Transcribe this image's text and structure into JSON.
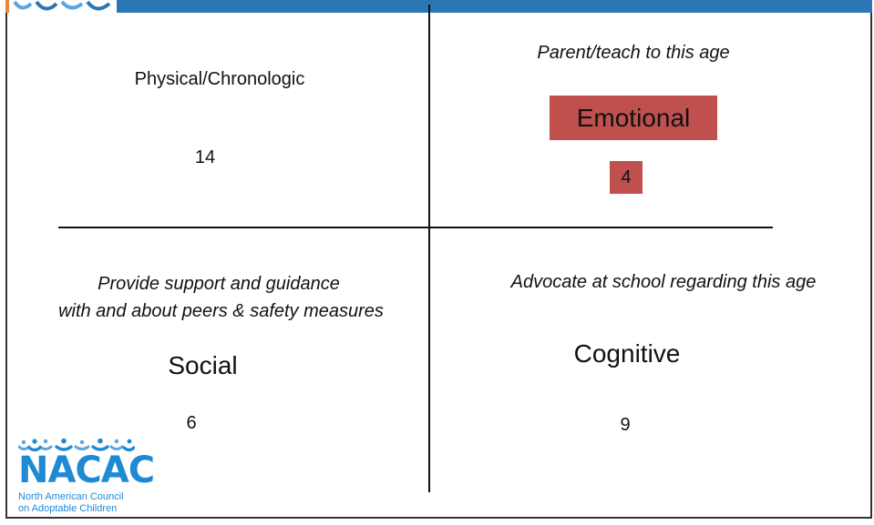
{
  "colors": {
    "accent_blue": "#2b76b5",
    "highlight_red": "#c0504d",
    "logo_blue": "#1f8ad4",
    "orange": "#e8873a"
  },
  "quadrants": {
    "top_left": {
      "label": "Physical/Chronologic",
      "age": "14"
    },
    "top_right": {
      "instruction": "Parent/teach to this age",
      "label": "Emotional",
      "age": "4"
    },
    "bottom_left": {
      "instruction_line1": "Provide support and guidance",
      "instruction_line2": "with and about peers & safety measures",
      "label": "Social",
      "age": "6"
    },
    "bottom_right": {
      "instruction": "Advocate at school regarding this age",
      "label": "Cognitive",
      "age": "9"
    }
  },
  "logo": {
    "name": "NACAC",
    "subtitle_line1": "North American Council",
    "subtitle_line2": "on Adoptable Children",
    "icon": "children-figures-icon"
  }
}
